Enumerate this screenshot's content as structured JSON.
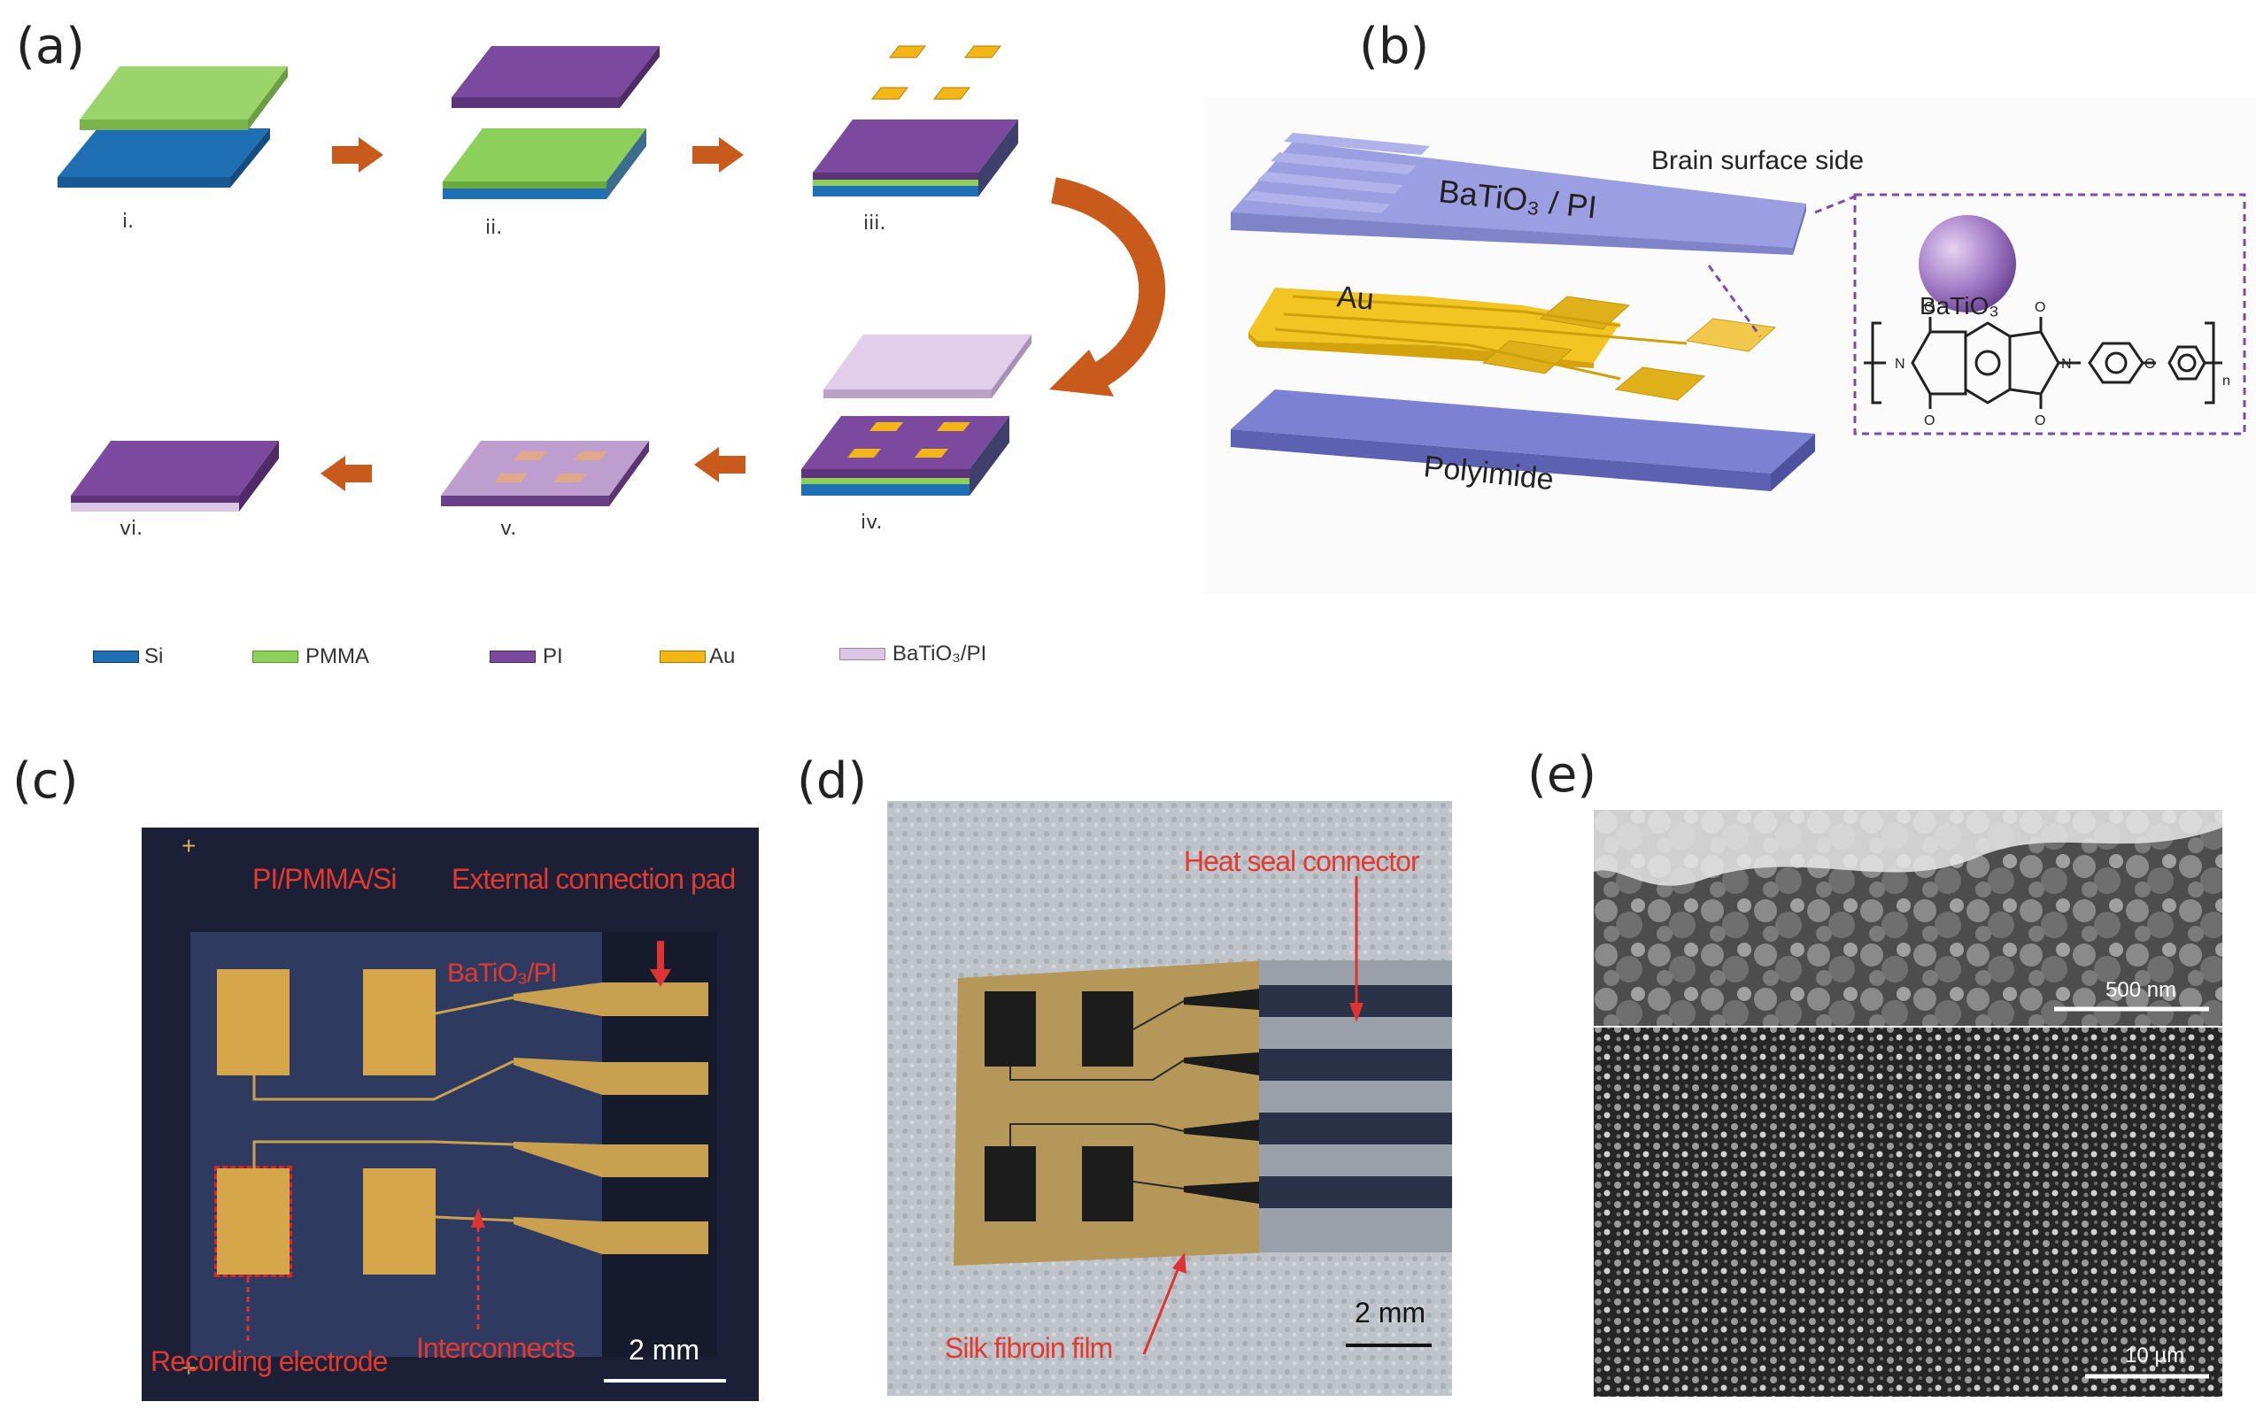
{
  "panels": {
    "a": "(a)",
    "b": "(b)",
    "c": "(c)",
    "d": "(d)",
    "e": "(e)"
  },
  "panel_a": {
    "steps": [
      "i.",
      "ii.",
      "iii.",
      "iv.",
      "v.",
      "vi."
    ],
    "legend": [
      {
        "label": "Si",
        "color": "#1f6fb5"
      },
      {
        "label": "PMMA",
        "color": "#8ccf5a"
      },
      {
        "label": "PI",
        "color": "#7b4a9e"
      },
      {
        "label": "Au",
        "color": "#f2b716"
      },
      {
        "label": "BaTiO₃/PI",
        "color": "#dcc6e6"
      }
    ],
    "arrow_color": "#c85a1c"
  },
  "panel_b": {
    "top_layer": "BaTiO₃ / PI",
    "middle_layer": "Au",
    "bottom_layer": "Polyimide",
    "side_note": "Brain surface side",
    "particle": "BaTiO₃",
    "layer_color": "#9b9ee0",
    "gold_color": "#f3c523"
  },
  "panel_c": {
    "labels": {
      "substrate": "PI/PMMA/Si",
      "pad": "External connection pad",
      "film": "BaTiO₃/PI",
      "electrode": "Recording electrode",
      "interconnects": "Interconnects",
      "scale": "2 mm"
    }
  },
  "panel_d": {
    "labels": {
      "connector": "Heat seal connector",
      "film": "Silk fibroin film",
      "scale": "2 mm"
    }
  },
  "panel_e": {
    "labels": {
      "scale_top": "500 nm",
      "scale_bottom": "10 µm"
    }
  }
}
